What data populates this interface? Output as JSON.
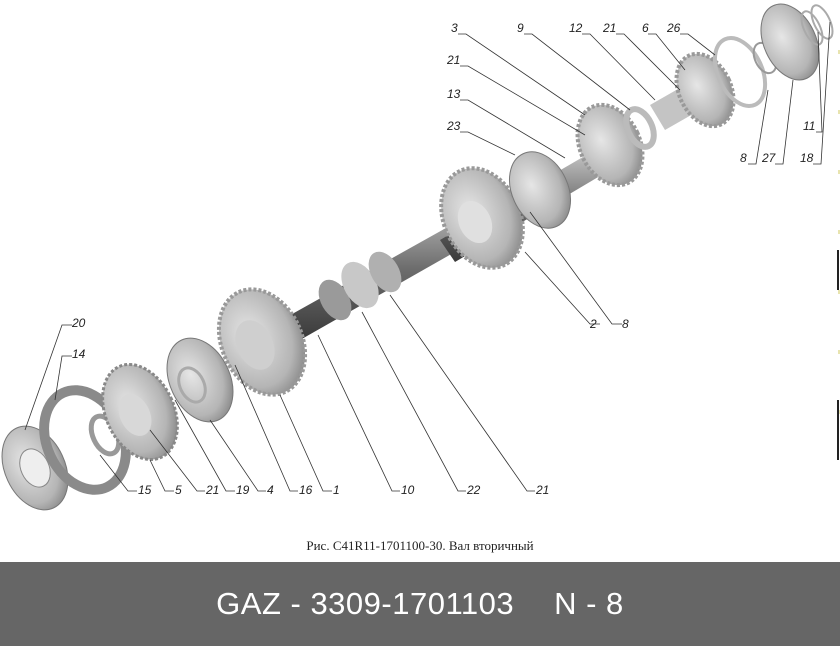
{
  "diagram": {
    "subject": "exploded view of gearbox secondary (output) shaft assembly",
    "callouts": [
      {
        "label": "3"
      },
      {
        "label": "9"
      },
      {
        "label": "12"
      },
      {
        "label": "21"
      },
      {
        "label": "6"
      },
      {
        "label": "26"
      },
      {
        "label": "21"
      },
      {
        "label": "13"
      },
      {
        "label": "23"
      },
      {
        "label": "8"
      },
      {
        "label": "27"
      },
      {
        "label": "18"
      },
      {
        "label": "11"
      },
      {
        "label": "2"
      },
      {
        "label": "8"
      },
      {
        "label": "20"
      },
      {
        "label": "14"
      },
      {
        "label": "15"
      },
      {
        "label": "5"
      },
      {
        "label": "21"
      },
      {
        "label": "19"
      },
      {
        "label": "4"
      },
      {
        "label": "16"
      },
      {
        "label": "1"
      },
      {
        "label": "10"
      },
      {
        "label": "22"
      },
      {
        "label": "21"
      }
    ]
  },
  "caption": "Рис. C41R11-1701100-30. Вал вторичный",
  "footer": {
    "part_number": "GAZ - 3309-1701103",
    "position": "N - 8"
  }
}
